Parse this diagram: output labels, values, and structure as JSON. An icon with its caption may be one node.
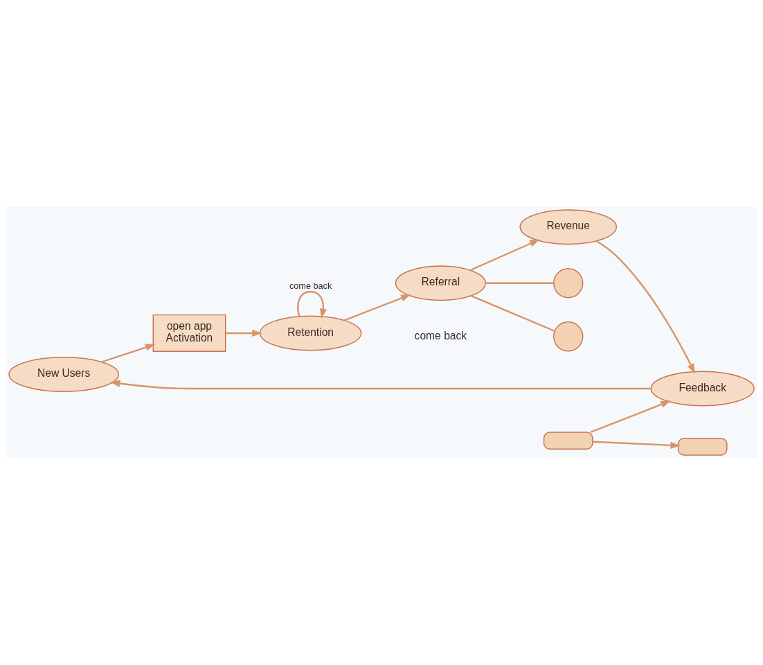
{
  "diagram": {
    "nodes": [
      {
        "text": [
          "New Users"
        ]
      },
      {
        "text": [
          "open app",
          "Activation"
        ]
      },
      {
        "text": [
          "Retention"
        ]
      },
      {
        "text": [
          "Referral"
        ]
      },
      {
        "text": [
          "Revenue"
        ]
      },
      {
        "text": [
          "Feedback"
        ]
      },
      {
        "text": [],
        "shape": "person"
      },
      {
        "text": [],
        "shape": "person"
      },
      {
        "text": [],
        "shape": "box"
      },
      {
        "text": [],
        "shape": "box"
      }
    ],
    "edges": [
      {
        "from": 0,
        "to": 1,
        "arrow": "to"
      },
      {
        "from": 1,
        "to": 2,
        "arrow": "to"
      },
      {
        "from": 2,
        "to": 2,
        "arrow": "to",
        "label": "come back"
      },
      {
        "from": 2,
        "to": 3,
        "arrow": "to"
      },
      {
        "from": 3,
        "to": 6,
        "arrow": "none"
      },
      {
        "from": 3,
        "to": 7,
        "arrow": "none"
      },
      {
        "from": 3,
        "to": 4,
        "arrow": "to"
      },
      {
        "from": 4,
        "to": 5,
        "arrow": "to"
      },
      {
        "from": 8,
        "to": 9,
        "arrow": "to"
      },
      {
        "from": 8,
        "to": 5,
        "arrow": "to"
      },
      {
        "from": 5,
        "to": 0,
        "arrow": "to"
      }
    ],
    "labels": [
      "come back"
    ]
  }
}
